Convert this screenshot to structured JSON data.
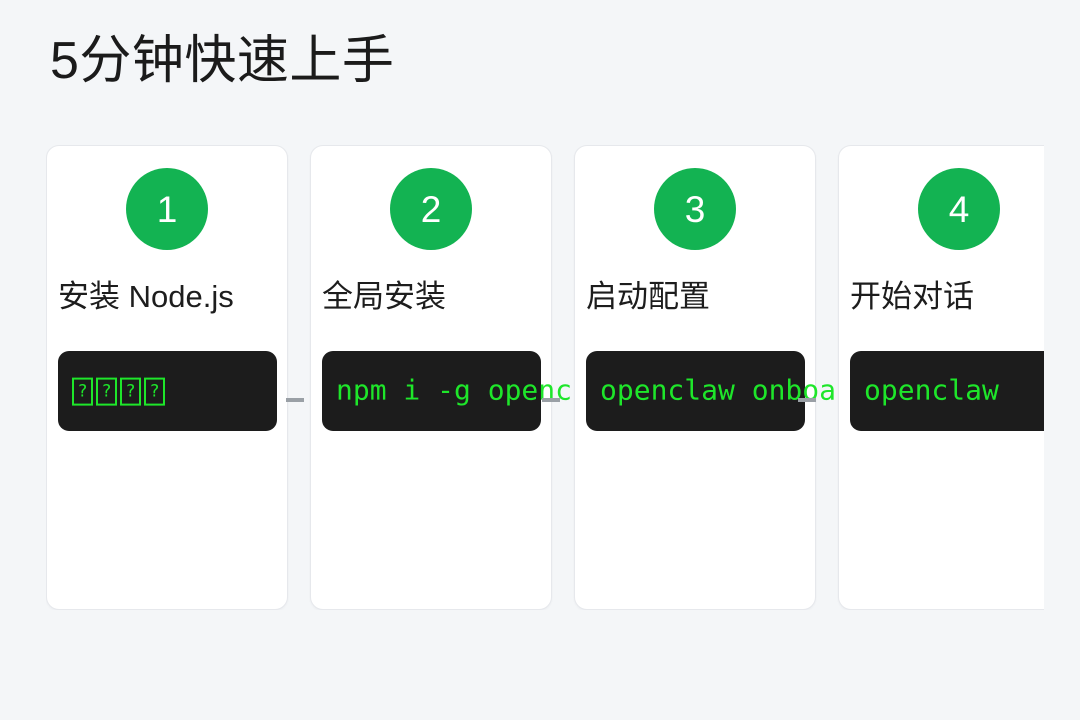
{
  "page": {
    "title": "5分钟快速上手",
    "background_color": "#f4f6f8"
  },
  "theme": {
    "accent_green": "#13b352",
    "code_text_green": "#1ee62a",
    "code_background": "#1c1c1c",
    "card_background": "#ffffff",
    "card_border": "#e6e8ec",
    "title_color": "#1b1b1b",
    "overflow_dash_color": "#9aa0a6"
  },
  "steps": [
    {
      "number": "1",
      "title": "安装 Node.js",
      "code": "????",
      "code_is_tofu": true,
      "tofu_count": 4,
      "tofu_glyph": "?"
    },
    {
      "number": "2",
      "title": "全局安装",
      "code": "npm i -g openclaw",
      "code_is_tofu": false
    },
    {
      "number": "3",
      "title": "启动配置",
      "code": "openclaw onboard",
      "code_is_tofu": false
    },
    {
      "number": "4",
      "title": "开始对话",
      "code": "openclaw",
      "code_is_tofu": false
    }
  ]
}
